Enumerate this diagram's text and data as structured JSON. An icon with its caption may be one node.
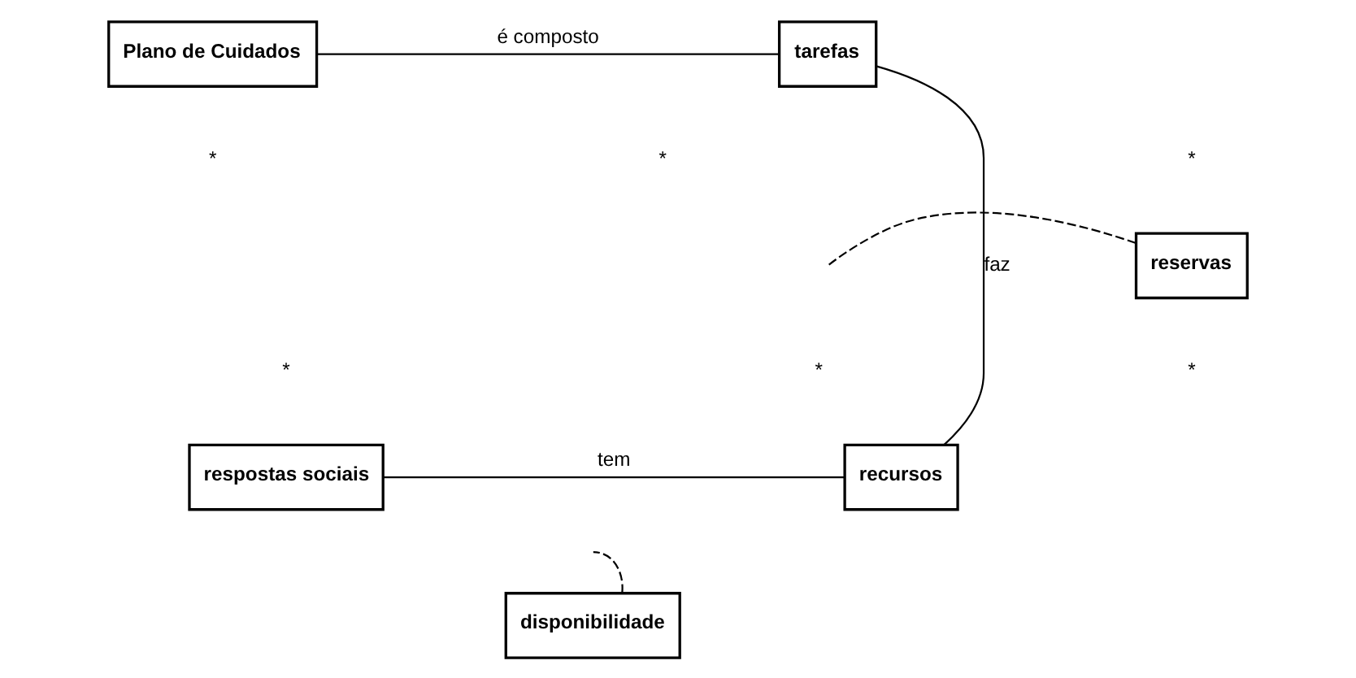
{
  "diagram": {
    "nodes": [
      {
        "text": [
          "Plano de Cuidados"
        ]
      },
      {
        "text": [
          "tarefas"
        ]
      },
      {
        "text": [
          "reservas"
        ]
      },
      {
        "text": [
          "respostas sociais"
        ]
      },
      {
        "text": [
          "recursos"
        ]
      },
      {
        "text": [
          "disponibilidade"
        ]
      }
    ],
    "edges": [
      {
        "from": 0,
        "to": 1,
        "arrow": "none",
        "label": "é composto"
      },
      {
        "from": 1,
        "to": 4,
        "arrow": "none",
        "label": "faz"
      },
      {
        "from": 2,
        "to": null,
        "arrow": "none",
        "style": "dashed"
      },
      {
        "from": 3,
        "to": 4,
        "arrow": "none",
        "label": "tem"
      },
      {
        "from": 5,
        "to": null,
        "arrow": "none",
        "style": "dashed"
      }
    ],
    "labels": [
      "*",
      "*",
      "*",
      "*",
      "*",
      "*"
    ]
  }
}
